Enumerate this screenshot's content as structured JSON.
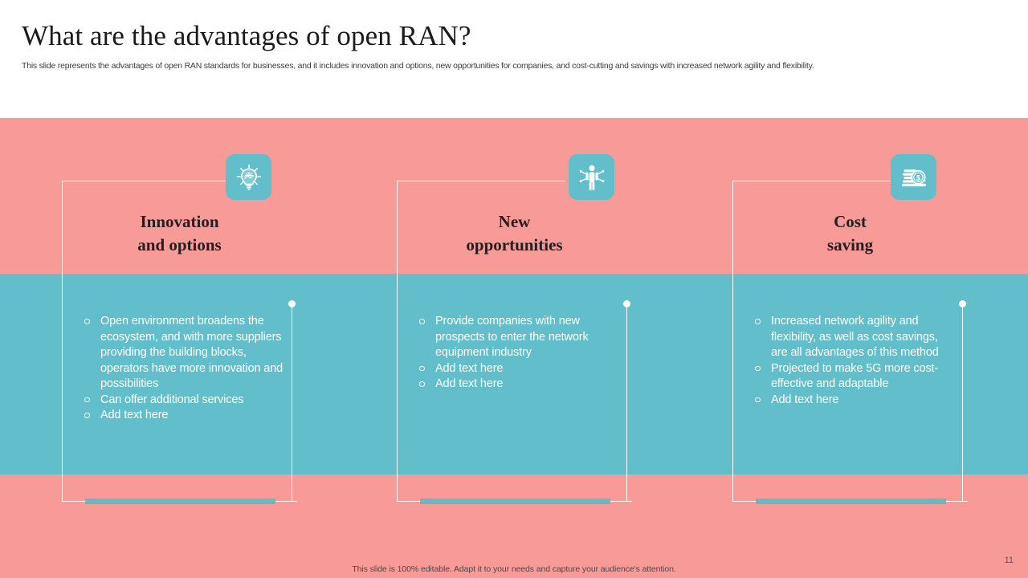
{
  "header": {
    "title": "What are the advantages of open RAN?",
    "subtitle": "This slide represents the advantages of open RAN standards for businesses, and it includes innovation and options, new opportunities for companies, and cost-cutting and savings with increased network agility and flexibility."
  },
  "theme": {
    "pink": "#F79A98",
    "teal": "#62BECA",
    "accent_bar": "#6EB6BD",
    "text_light": "#FFFFFF",
    "heading_dark": "#231F20"
  },
  "columns": [
    {
      "icon": "lightbulb-brain-icon",
      "heading_line1": "Innovation",
      "heading_line2": "and options",
      "bullets": [
        "Open environment broadens the ecosystem, and with more suppliers providing the building blocks, operators have more innovation and possibilities",
        "Can offer additional services",
        "Add text here"
      ]
    },
    {
      "icon": "person-opportunities-icon",
      "heading_line1": "New",
      "heading_line2": "opportunities",
      "bullets": [
        "Provide companies with new prospects to enter the network equipment industry",
        "Add text here",
        "Add text here"
      ]
    },
    {
      "icon": "money-savings-icon",
      "heading_line1": "Cost",
      "heading_line2": "saving",
      "bullets": [
        "Increased network agility and flexibility, as well as cost savings, are all advantages of this method",
        "Projected to make 5G more cost-effective and adaptable",
        "Add text here"
      ]
    }
  ],
  "footer": {
    "note": "This slide is 100% editable. Adapt it to your needs and capture your audience's attention.",
    "page_number": "11"
  }
}
